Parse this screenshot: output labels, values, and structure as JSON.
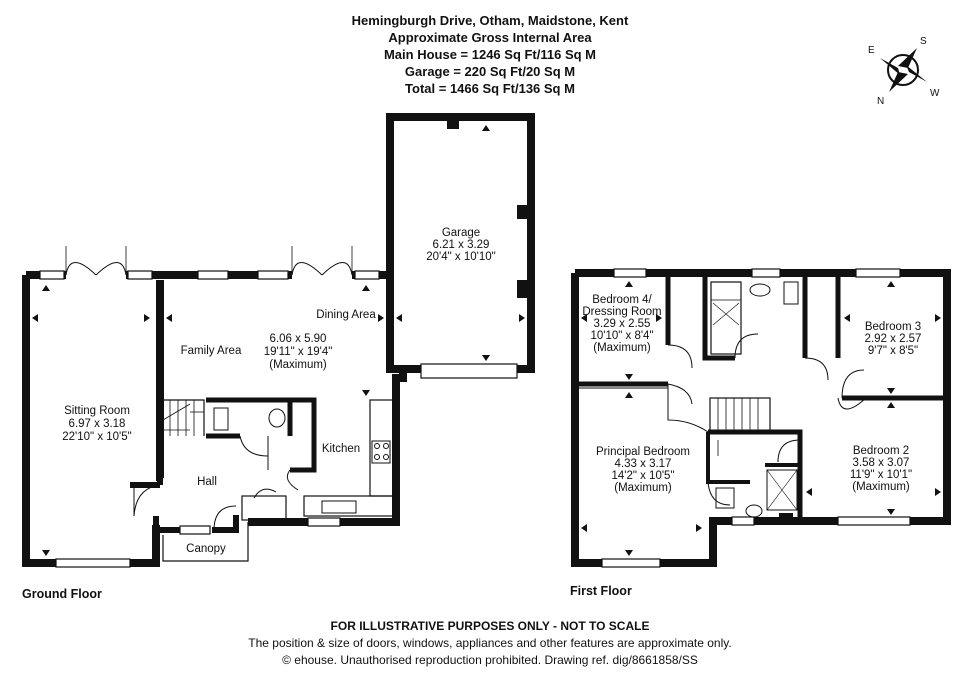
{
  "header": {
    "address": "Hemingburgh Drive, Otham, Maidstone, Kent",
    "area_title": "Approximate Gross Internal Area",
    "main_house": "Main House = 1246 Sq Ft/116 Sq M",
    "garage": "Garage = 220 Sq Ft/20 Sq M",
    "total": "Total = 1466 Sq Ft/136 Sq M"
  },
  "compass": {
    "labels": [
      "E",
      "S",
      "N",
      "W"
    ]
  },
  "ground_floor": {
    "label": "Ground Floor",
    "rooms": {
      "sitting_room": [
        "Sitting Room",
        "6.97 x 3.18",
        "22'10\" x 10'5\""
      ],
      "family_area": [
        "Family Area"
      ],
      "dining_area": [
        "Dining Area"
      ],
      "living_dims": [
        "6.06 x 5.90",
        "19'11\" x 19'4\"",
        "(Maximum)"
      ],
      "garage": [
        "Garage",
        "6.21 x 3.29",
        "20'4\" x 10'10\""
      ],
      "kitchen": [
        "Kitchen"
      ],
      "hall": [
        "Hall"
      ],
      "canopy": [
        "Canopy"
      ]
    }
  },
  "first_floor": {
    "label": "First Floor",
    "rooms": {
      "bedroom4": [
        "Bedroom 4/",
        "Dressing Room",
        "3.29 x 2.55",
        "10'10\" x 8'4\"",
        "(Maximum)"
      ],
      "bedroom3": [
        "Bedroom 3",
        "2.92 x 2.57",
        "9'7\" x 8'5\""
      ],
      "principal": [
        "Principal Bedroom",
        "4.33 x 3.17",
        "14'2\" x 10'5\"",
        "(Maximum)"
      ],
      "bedroom2": [
        "Bedroom 2",
        "3.58 x 3.07",
        "11'9\" x 10'1\"",
        "(Maximum)"
      ]
    }
  },
  "footer": {
    "disclaimer": "FOR ILLUSTRATIVE PURPOSES ONLY - NOT TO SCALE",
    "note": "The position & size of doors, windows, appliances and other features are approximate only.",
    "copyright": "© ehouse. Unauthorised reproduction prohibited. Drawing ref. dig/8661858/SS"
  }
}
